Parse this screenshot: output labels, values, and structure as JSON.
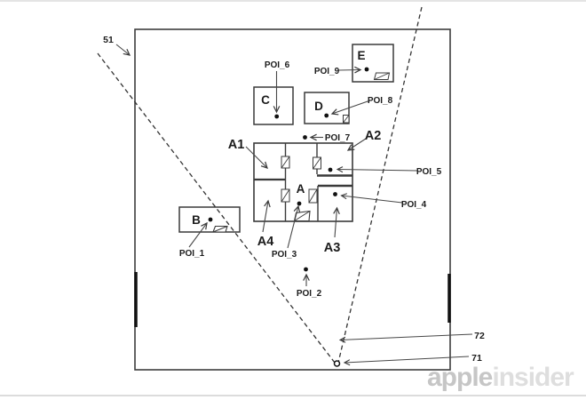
{
  "figure": {
    "reference_labels": {
      "map_boundary": "51",
      "device_point": "71",
      "field_of_view": "72"
    },
    "area_labels": {
      "a": "A",
      "a1": "A1",
      "a2": "A2",
      "a3": "A3",
      "a4": "A4"
    },
    "building_labels": {
      "b": "B",
      "c": "C",
      "d": "D",
      "e": "E"
    },
    "poi_labels": {
      "poi1": "POI_1",
      "poi2": "POI_2",
      "poi3": "POI_3",
      "poi4": "POI_4",
      "poi5": "POI_5",
      "poi6": "POI_6",
      "poi7": "POI_7",
      "poi8": "POI_8",
      "poi9": "POI_9"
    }
  },
  "watermark": {
    "part1": "apple",
    "part2": "insider"
  },
  "colors": {
    "line": "#3a3a3a",
    "leader": "#474747",
    "dot": "#111111",
    "watermark_dark": "#c6c6c6",
    "watermark_light": "#dedede"
  }
}
